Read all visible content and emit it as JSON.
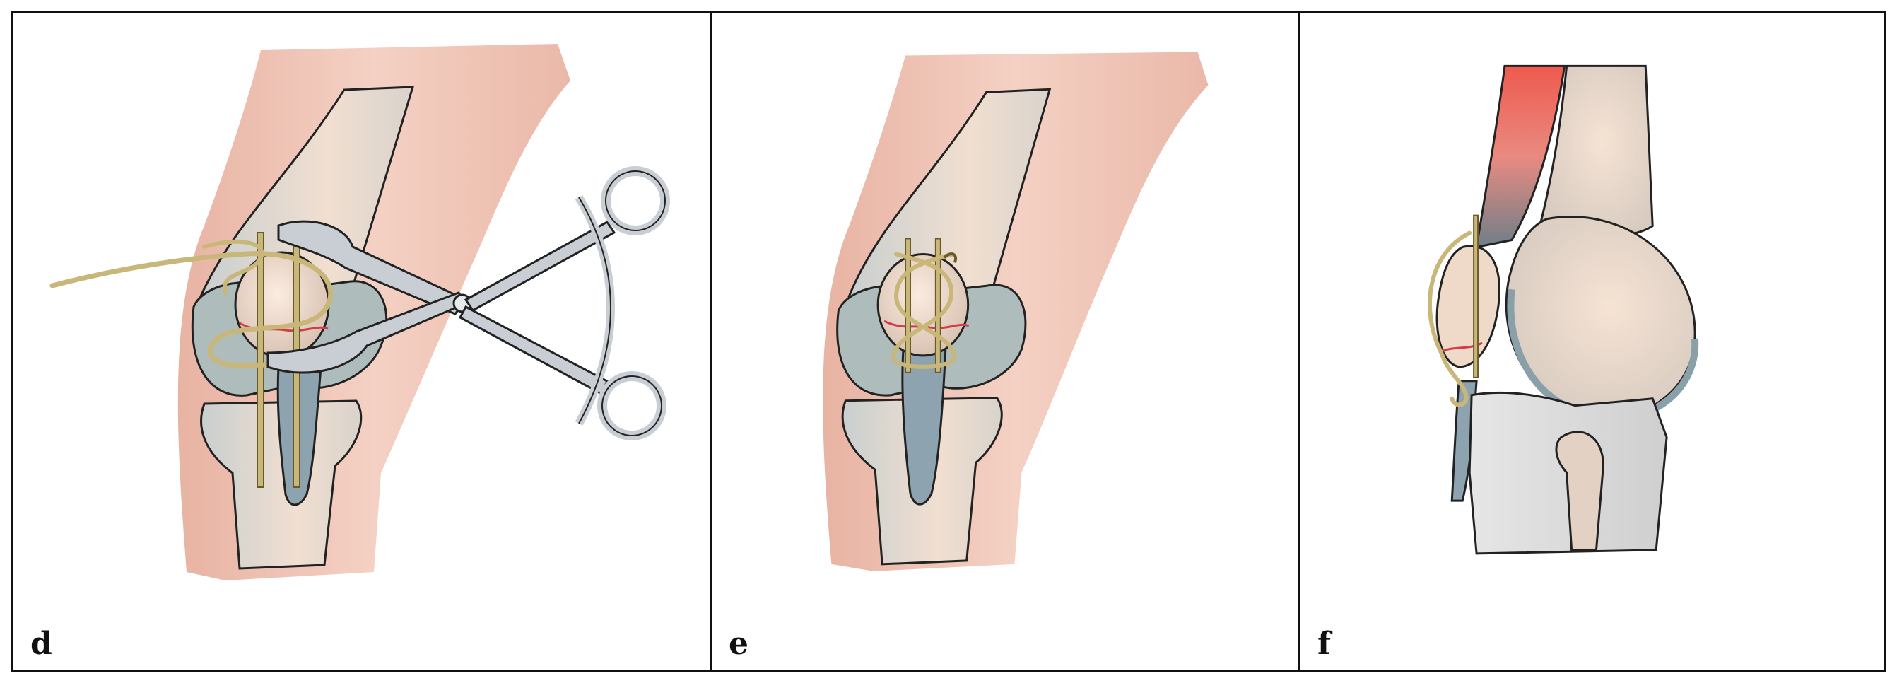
{
  "panels": [
    {
      "id": "d",
      "label": "d"
    },
    {
      "id": "e",
      "label": "e"
    },
    {
      "id": "f",
      "label": "f"
    }
  ],
  "colors": {
    "skin": "#f1c7b8",
    "bone": "#ead7c6",
    "cartilage": "#9fb0b2",
    "tendon": "#7f97a6",
    "wire": "#c9b77a",
    "muscle": "#e9564a",
    "instrument": "#c8ced3",
    "fracture_line": "#d23b4a",
    "border": "#111111"
  }
}
